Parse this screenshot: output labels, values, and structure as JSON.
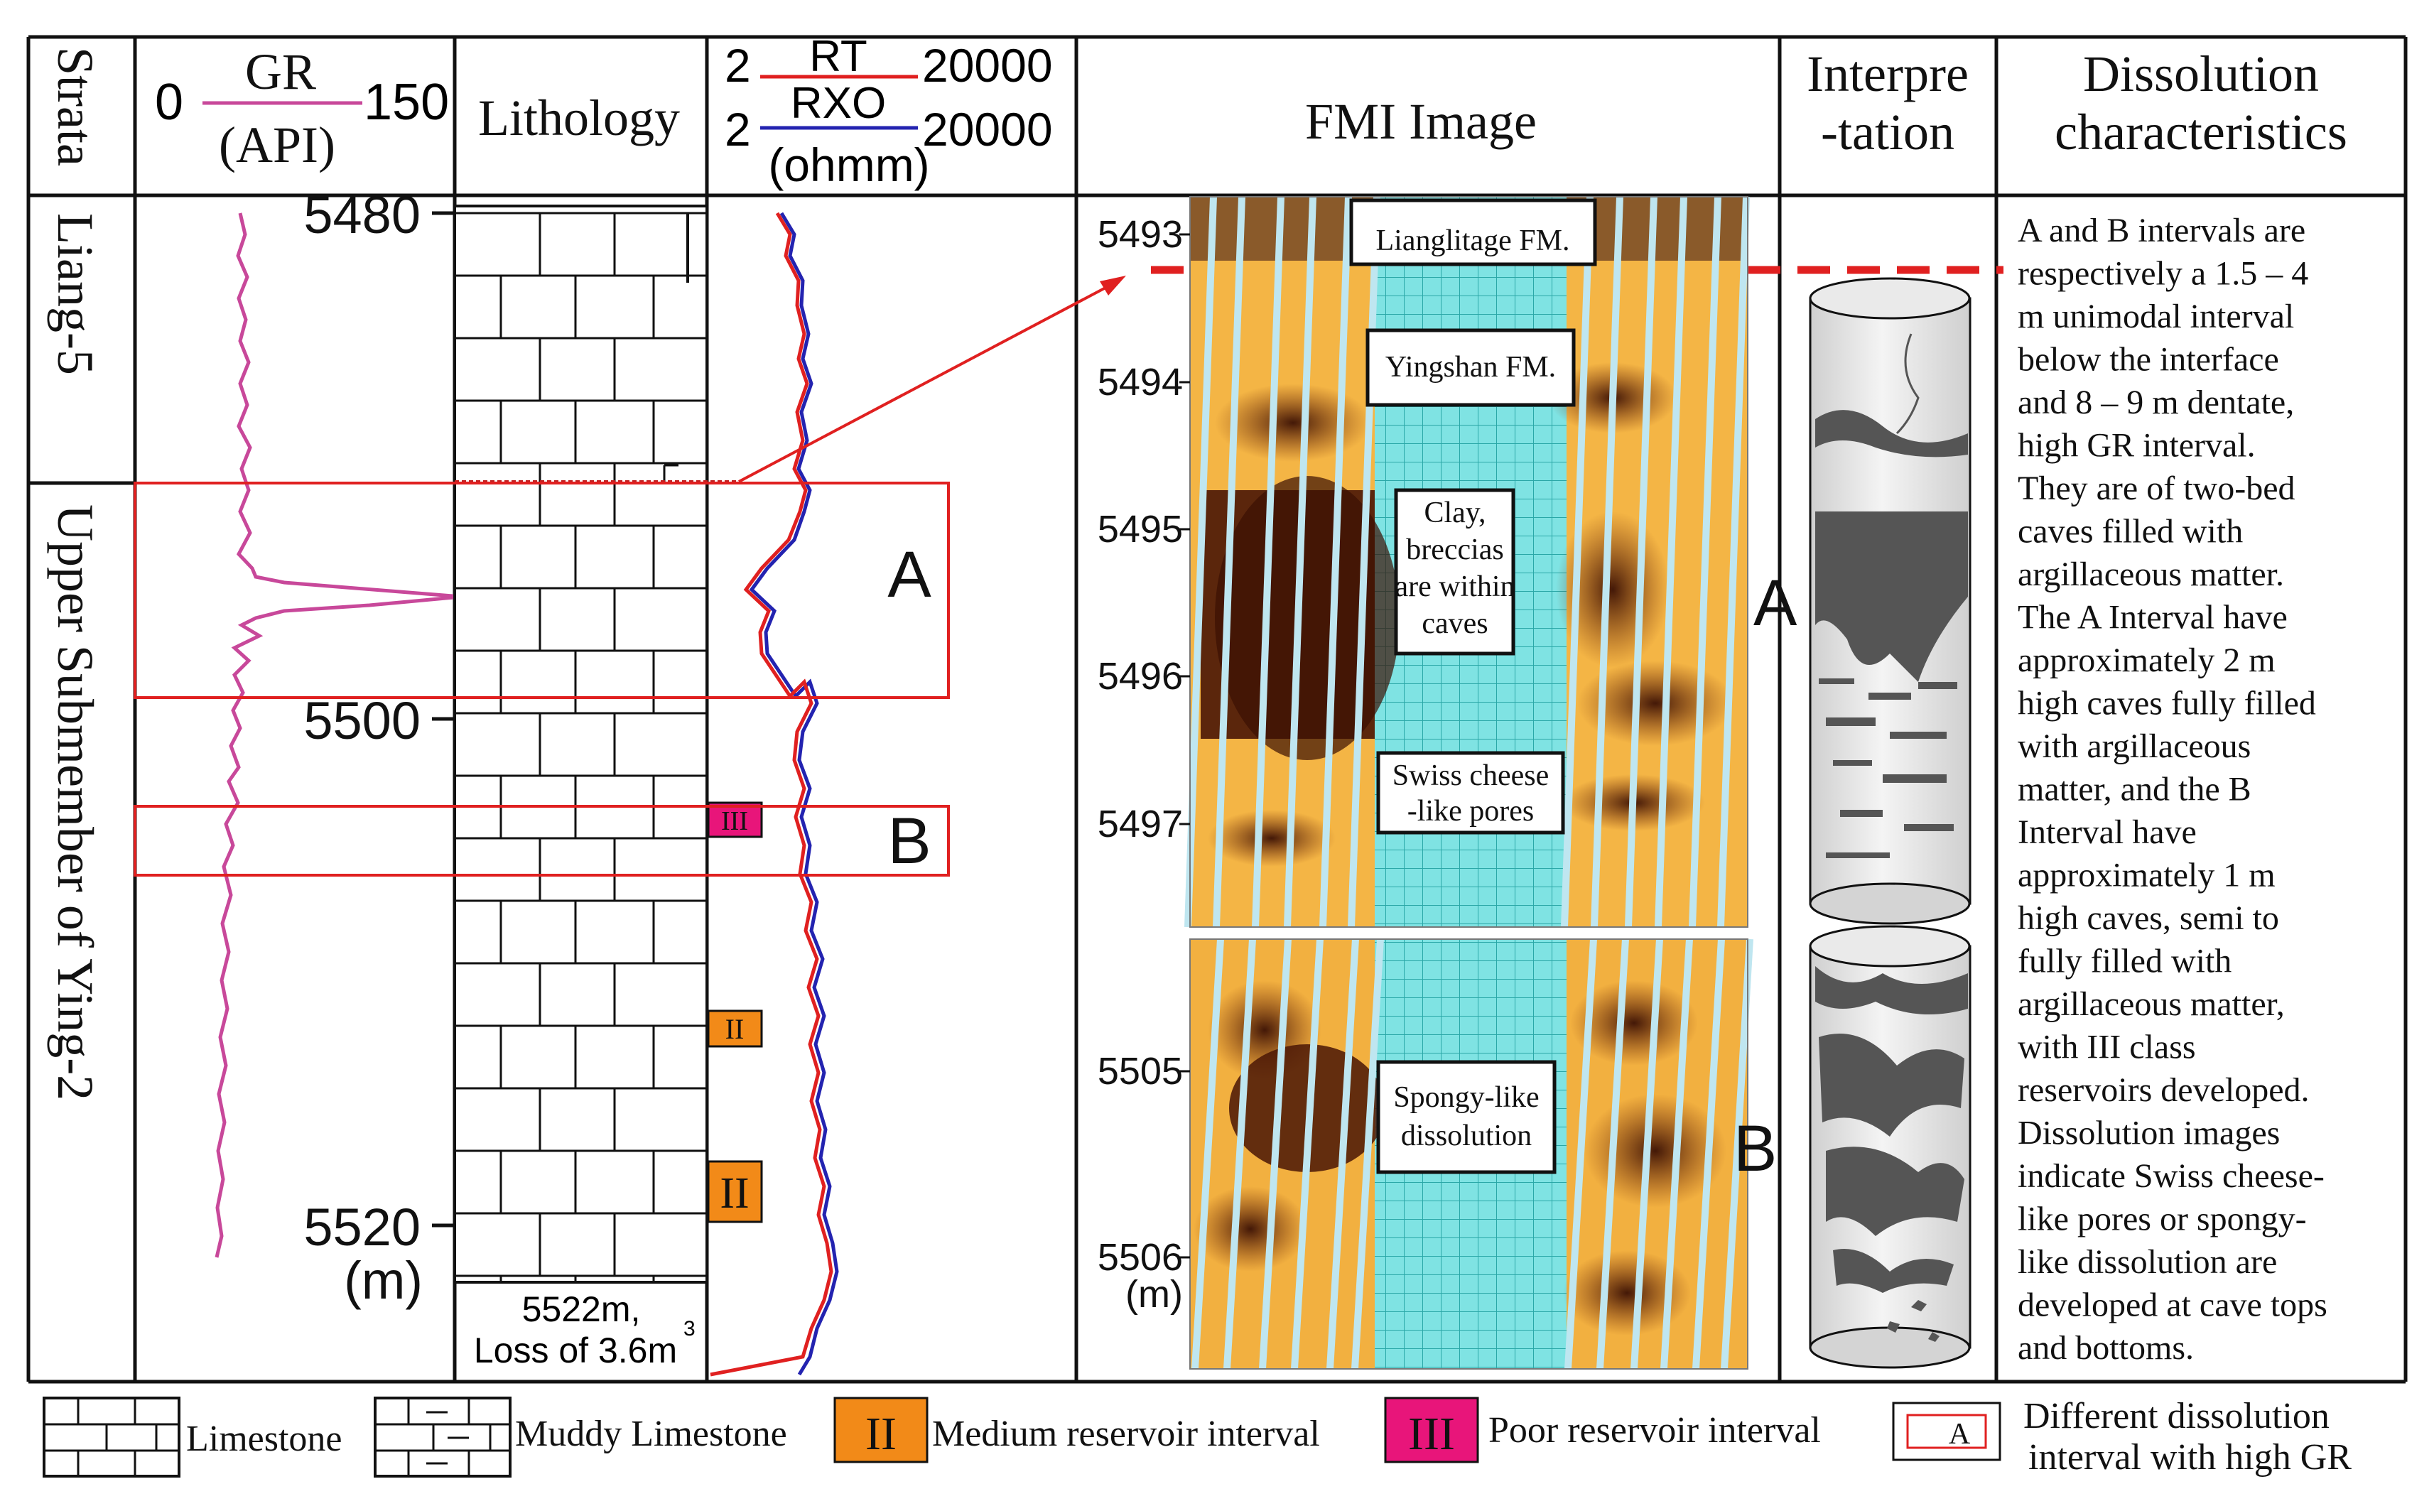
{
  "headers": {
    "strata": "Strata",
    "gr_zero": "0",
    "gr_label": "GR",
    "gr_max": "150",
    "gr_unit": "(API)",
    "lithology": "Lithology",
    "res_min1": "2",
    "res_rt": "RT",
    "res_max1": "20000",
    "res_min2": "2",
    "res_rxo": "RXO",
    "res_max2": "20000",
    "res_unit": "(ohmm)",
    "fmi": "FMI Image",
    "interp_line1": "Interpre",
    "interp_line2": "-tation",
    "diss_line1": "Dissolution",
    "diss_line2": "characteristics"
  },
  "strata": {
    "upper": "Liang-5",
    "lower": "Upper Submember of Ying-2"
  },
  "depth_track": {
    "labels": [
      "5480",
      "5500",
      "5520"
    ],
    "unit": "(m)"
  },
  "lithology": {
    "note_line1": "5522m,",
    "note_line2": "Loss of 3.6m",
    "note_sup": "3"
  },
  "reservoirs": [
    {
      "class": "III",
      "kind": "poor"
    },
    {
      "class": "II",
      "kind": "medium"
    },
    {
      "class": "II",
      "kind": "medium"
    }
  ],
  "intervals": {
    "a": "A",
    "b": "B"
  },
  "fmi": {
    "upper_depths": [
      "5493",
      "5494",
      "5495",
      "5496",
      "5497"
    ],
    "lower_depths": [
      "5505",
      "5506"
    ],
    "depth_unit": "(m)",
    "boxes": {
      "lianglitage": "Lianglitage FM.",
      "yingshan": "Yingshan FM.",
      "clay1": "Clay,",
      "clay2": "breccias",
      "clay3": "are within",
      "clay4": "caves",
      "swiss1": "Swiss cheese",
      "swiss2": "-like pores",
      "spongy1": "Spongy-like",
      "spongy2": "dissolution"
    },
    "label_a": "A",
    "label_b": "B"
  },
  "description": [
    "A and B intervals are",
    "respectively a 1.5 – 4",
    "m unimodal interval",
    "below the interface",
    "and 8 – 9 m dentate,",
    "high GR interval.",
    "They are of two-bed",
    "caves filled with",
    "argillaceous matter.",
    "The A Interval have",
    "approximately 2 m",
    "high caves fully filled",
    "with argillaceous",
    "matter, and the B",
    "Interval have",
    "approximately 1 m",
    "high caves, semi to",
    "fully filled with",
    "argillaceous matter,",
    "with III class",
    "reservoirs developed.",
    "Dissolution images",
    "indicate Swiss cheese-",
    "like pores or spongy-",
    "like dissolution are",
    "developed at cave tops",
    "and bottoms."
  ],
  "legend": {
    "limestone": "Limestone",
    "muddy": "Muddy Limestone",
    "medium_sym": "II",
    "medium": "Medium reservoir interval",
    "poor_sym": "III",
    "poor": "Poor reservoir interval",
    "interval_sym": "A",
    "interval_line1": "Different  dissolution",
    "interval_line2": "interval with high GR"
  },
  "colors": {
    "frame": "#111111",
    "gr_curve": "#c8489a",
    "rt_curve": "#e02020",
    "rxo_curve": "#2323b0",
    "interval_box": "#e02020",
    "poor_reservoir": "#e8157a",
    "medium_reservoir": "#f28a18",
    "fmi_light": "#f4b545",
    "fmi_dark": "#4a1606",
    "fmi_grid": "#5ad0d0",
    "cave_fill": "#555555",
    "cylinder": "#e8e8e8"
  }
}
